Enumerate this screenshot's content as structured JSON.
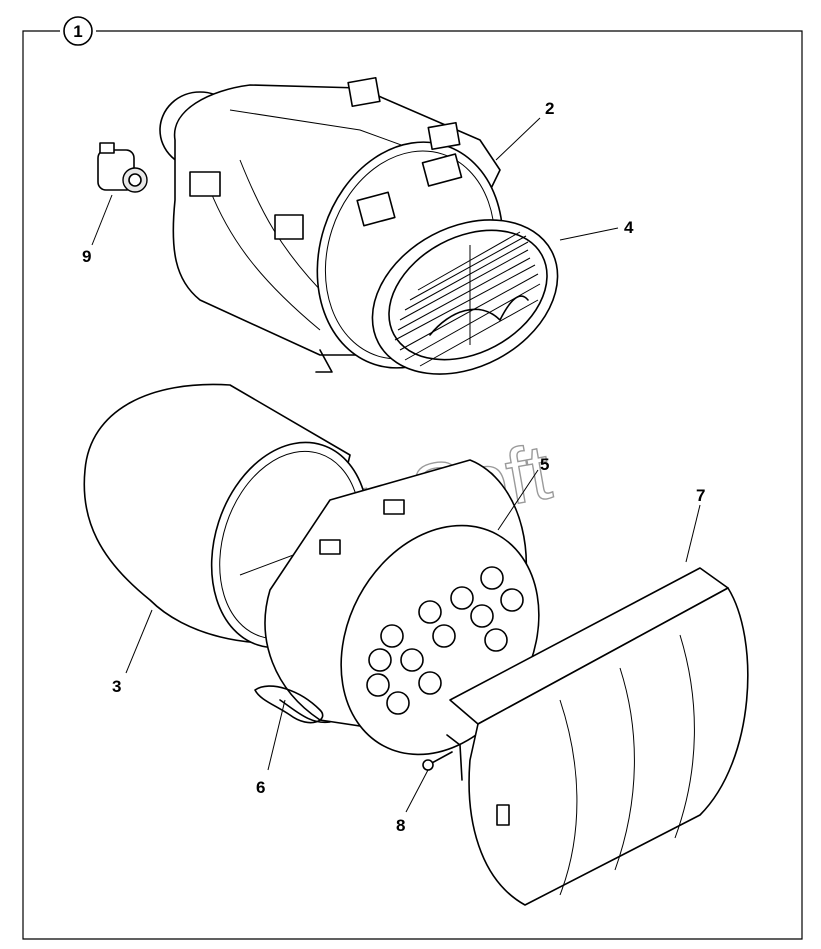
{
  "figure_number": "1",
  "callouts": {
    "c1": "2",
    "c2": "4",
    "c3": "9",
    "c4": "5",
    "c5": "7",
    "c6": "3",
    "c7": "6",
    "c8": "8"
  },
  "watermark": "AutoSoft"
}
